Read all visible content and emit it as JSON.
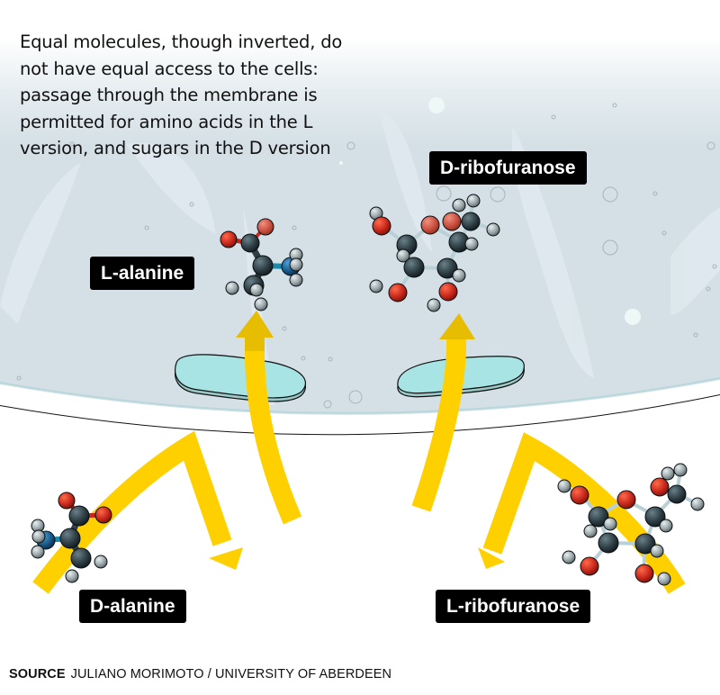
{
  "caption": "Equal molecules, though inverted, do not have equal access to the cells: passage through the membrane is permitted for amino acids in the L version, and sugars in the D version",
  "labels": {
    "l_alanine": "L-alanine",
    "d_ribofuranose": "D-ribofuranose",
    "d_alanine": "D-alanine",
    "l_ribofuranose": "L-ribofuranose"
  },
  "source": {
    "prefix": "SOURCE",
    "text": "JULIANO MORIMOTO / UNIVERSITY OF ABERDEEN"
  },
  "colors": {
    "cell_fill": "#d4e0e6",
    "channel_fill": "#a8e4e4",
    "arrow": "#ffd000",
    "arrow_dark": "#e6bd00",
    "oxygen": "#c8281c",
    "carbon": "#2e3e44",
    "hydrogen": "#9aa6aa",
    "nitrogen": "#1a5a8a"
  }
}
